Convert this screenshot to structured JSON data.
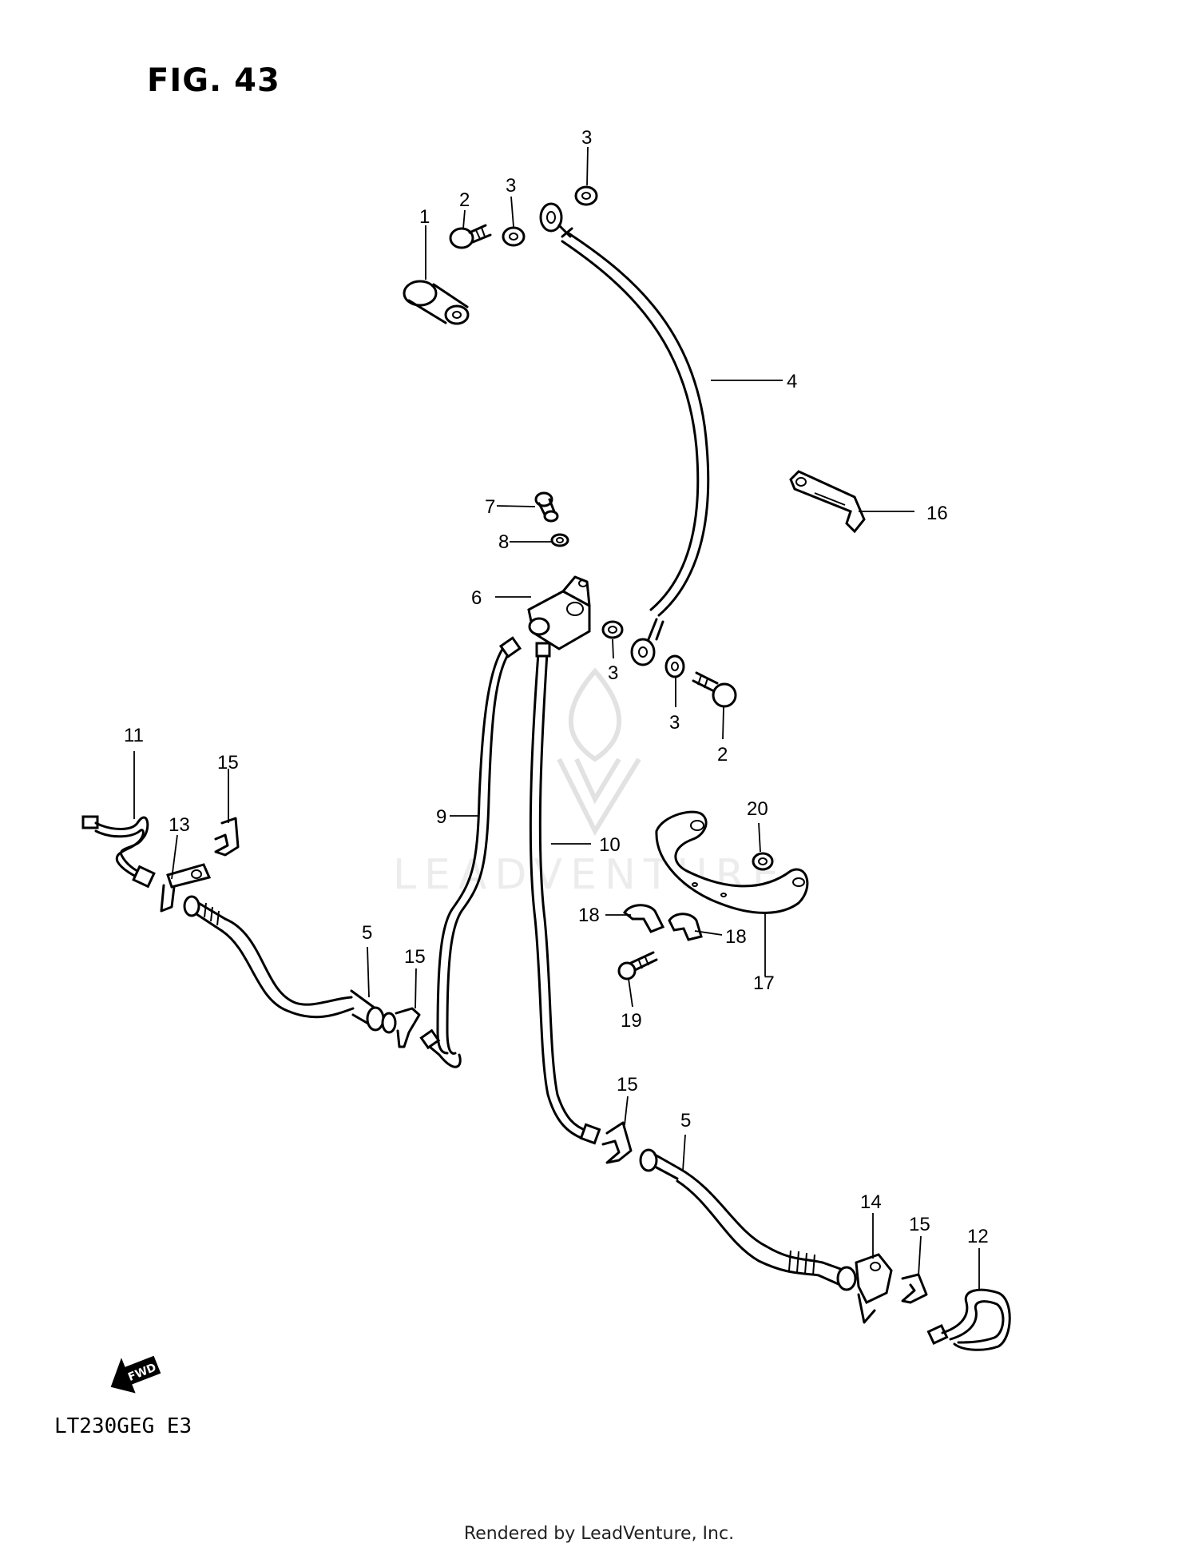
{
  "figure": {
    "title": "FIG. 43",
    "model_code": "LT230GEG  E3",
    "footer": "Rendered by LeadVenture, Inc.",
    "watermark": "LEADVENTURE",
    "fwd_label": "FWD"
  },
  "callouts": {
    "c1": "1",
    "c2a": "2",
    "c2b": "2",
    "c3a": "3",
    "c3b": "3",
    "c3c": "3",
    "c3d": "3",
    "c4": "4",
    "c5a": "5",
    "c5b": "5",
    "c6": "6",
    "c7": "7",
    "c8": "8",
    "c9": "9",
    "c10": "10",
    "c11": "11",
    "c12": "12",
    "c13": "13",
    "c14": "14",
    "c15a": "15",
    "c15b": "15",
    "c15c": "15",
    "c15d": "15",
    "c16": "16",
    "c17": "17",
    "c18a": "18",
    "c18b": "18",
    "c19": "19",
    "c20": "20"
  }
}
